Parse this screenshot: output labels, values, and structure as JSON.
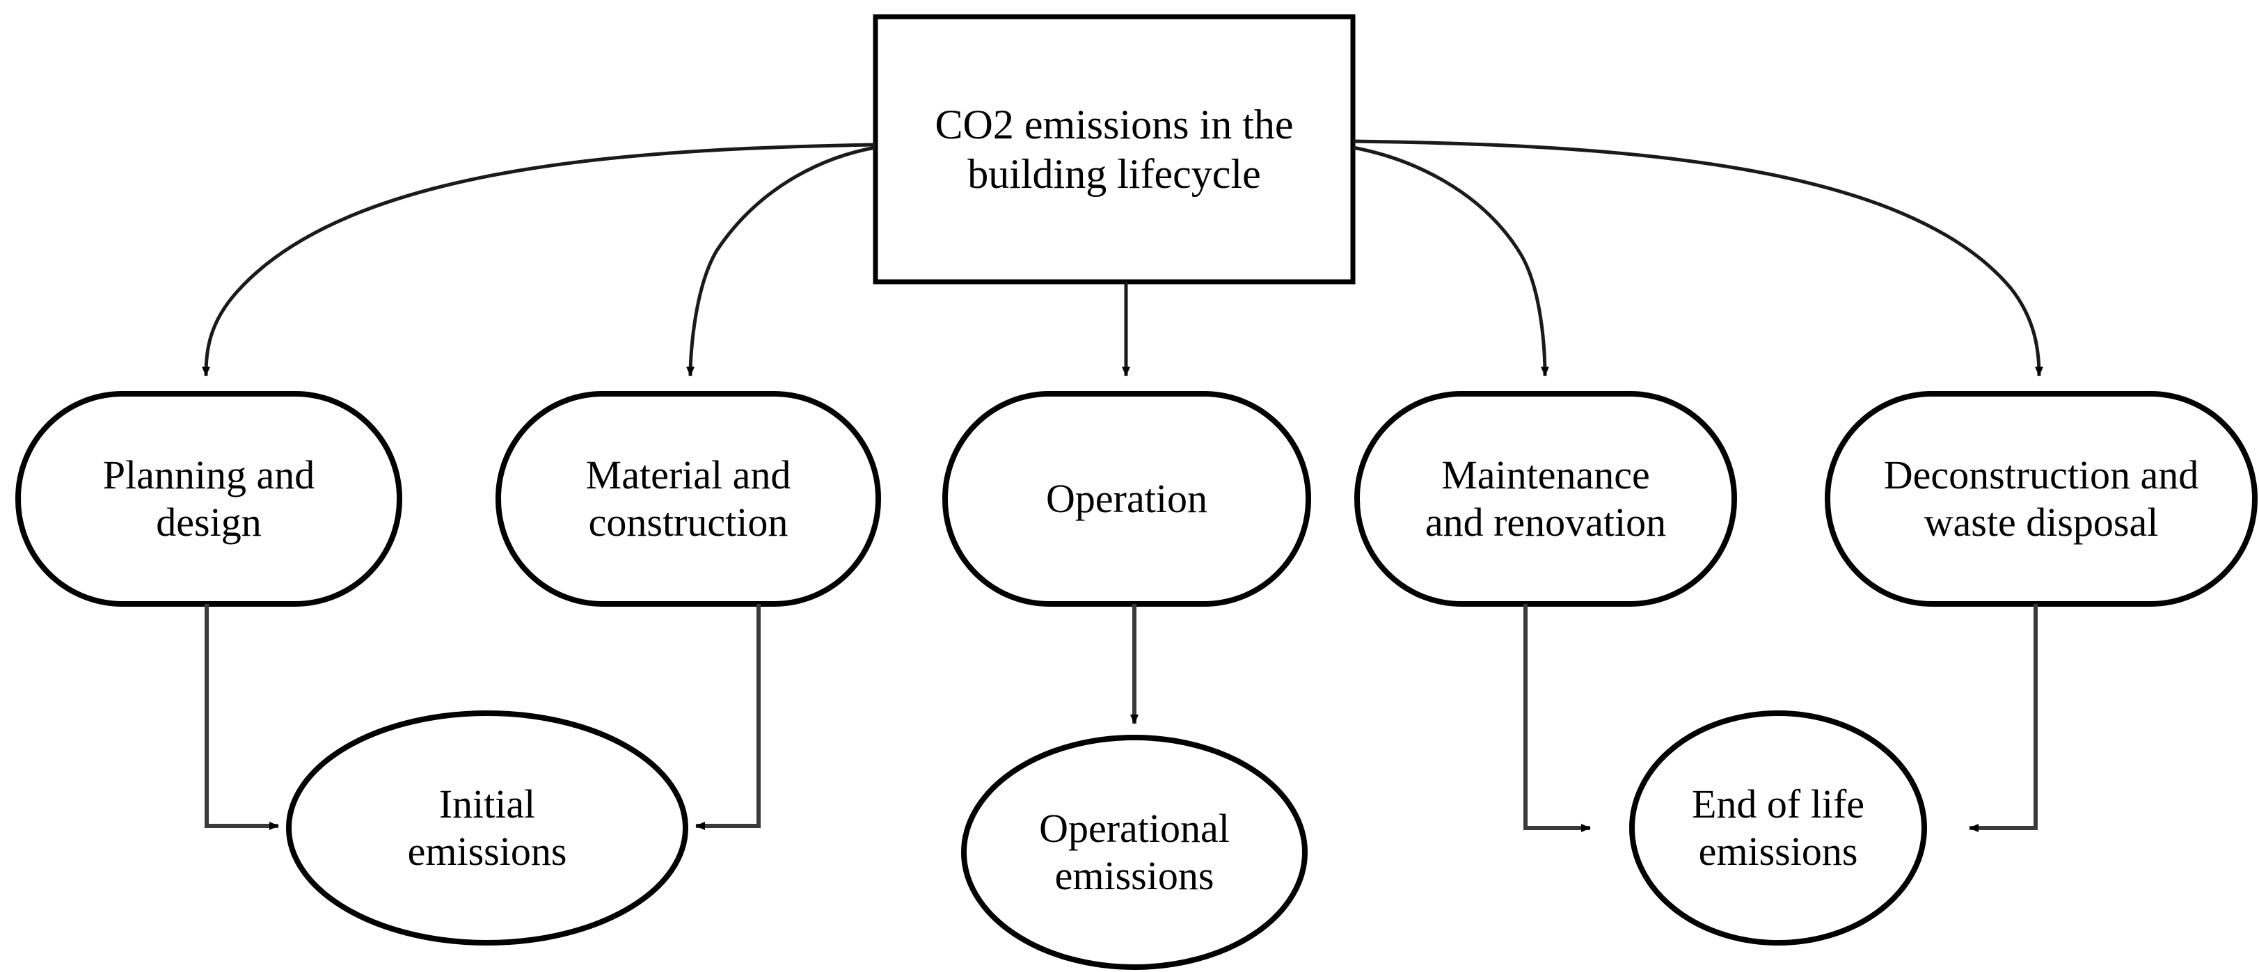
{
  "diagram": {
    "title_text": "CO2 emissions in the building lifecycle",
    "background_color": "#ffffff",
    "line_color": "#000000",
    "text_color": "#000000",
    "root": {
      "id": "co2-emissions-building-lifecycle",
      "label": "CO2 emissions in the\nbuilding lifecycle",
      "shape": "rectangle"
    },
    "stages": [
      {
        "id": "planning-and-design",
        "label": "Planning and\ndesign",
        "shape": "rounded-rectangle"
      },
      {
        "id": "material-and-construction",
        "label": "Material and\nconstruction",
        "shape": "rounded-rectangle"
      },
      {
        "id": "operation",
        "label": "Operation",
        "shape": "rounded-rectangle"
      },
      {
        "id": "maintenance-and-renovation",
        "label": "Maintenance\nand renovation",
        "shape": "rounded-rectangle"
      },
      {
        "id": "deconstruction-and-waste-disposal",
        "label": "Deconstruction and\nwaste disposal",
        "shape": "rounded-rectangle"
      }
    ],
    "outcomes": [
      {
        "id": "initial-emissions",
        "label": "Initial\nemissions",
        "shape": "ellipse"
      },
      {
        "id": "operational-emissions",
        "label": "Operational\nemissions",
        "shape": "ellipse"
      },
      {
        "id": "end-of-life-emissions",
        "label": "End of life\nemissions",
        "shape": "ellipse"
      }
    ],
    "edges": [
      {
        "from": "co2-emissions-building-lifecycle",
        "to": "planning-and-design",
        "style": "curved",
        "arrow": "end"
      },
      {
        "from": "co2-emissions-building-lifecycle",
        "to": "material-and-construction",
        "style": "curved",
        "arrow": "end"
      },
      {
        "from": "co2-emissions-building-lifecycle",
        "to": "operation",
        "style": "straight",
        "arrow": "end"
      },
      {
        "from": "co2-emissions-building-lifecycle",
        "to": "maintenance-and-renovation",
        "style": "curved",
        "arrow": "end"
      },
      {
        "from": "co2-emissions-building-lifecycle",
        "to": "deconstruction-and-waste-disposal",
        "style": "curved",
        "arrow": "end"
      },
      {
        "from": "planning-and-design",
        "to": "initial-emissions",
        "style": "elbow",
        "arrow": "end"
      },
      {
        "from": "material-and-construction",
        "to": "initial-emissions",
        "style": "elbow",
        "arrow": "end"
      },
      {
        "from": "operation",
        "to": "operational-emissions",
        "style": "straight",
        "arrow": "end"
      },
      {
        "from": "maintenance-and-renovation",
        "to": "end-of-life-emissions",
        "style": "elbow",
        "arrow": "end"
      },
      {
        "from": "deconstruction-and-waste-disposal",
        "to": "end-of-life-emissions",
        "style": "elbow",
        "arrow": "end"
      }
    ]
  }
}
